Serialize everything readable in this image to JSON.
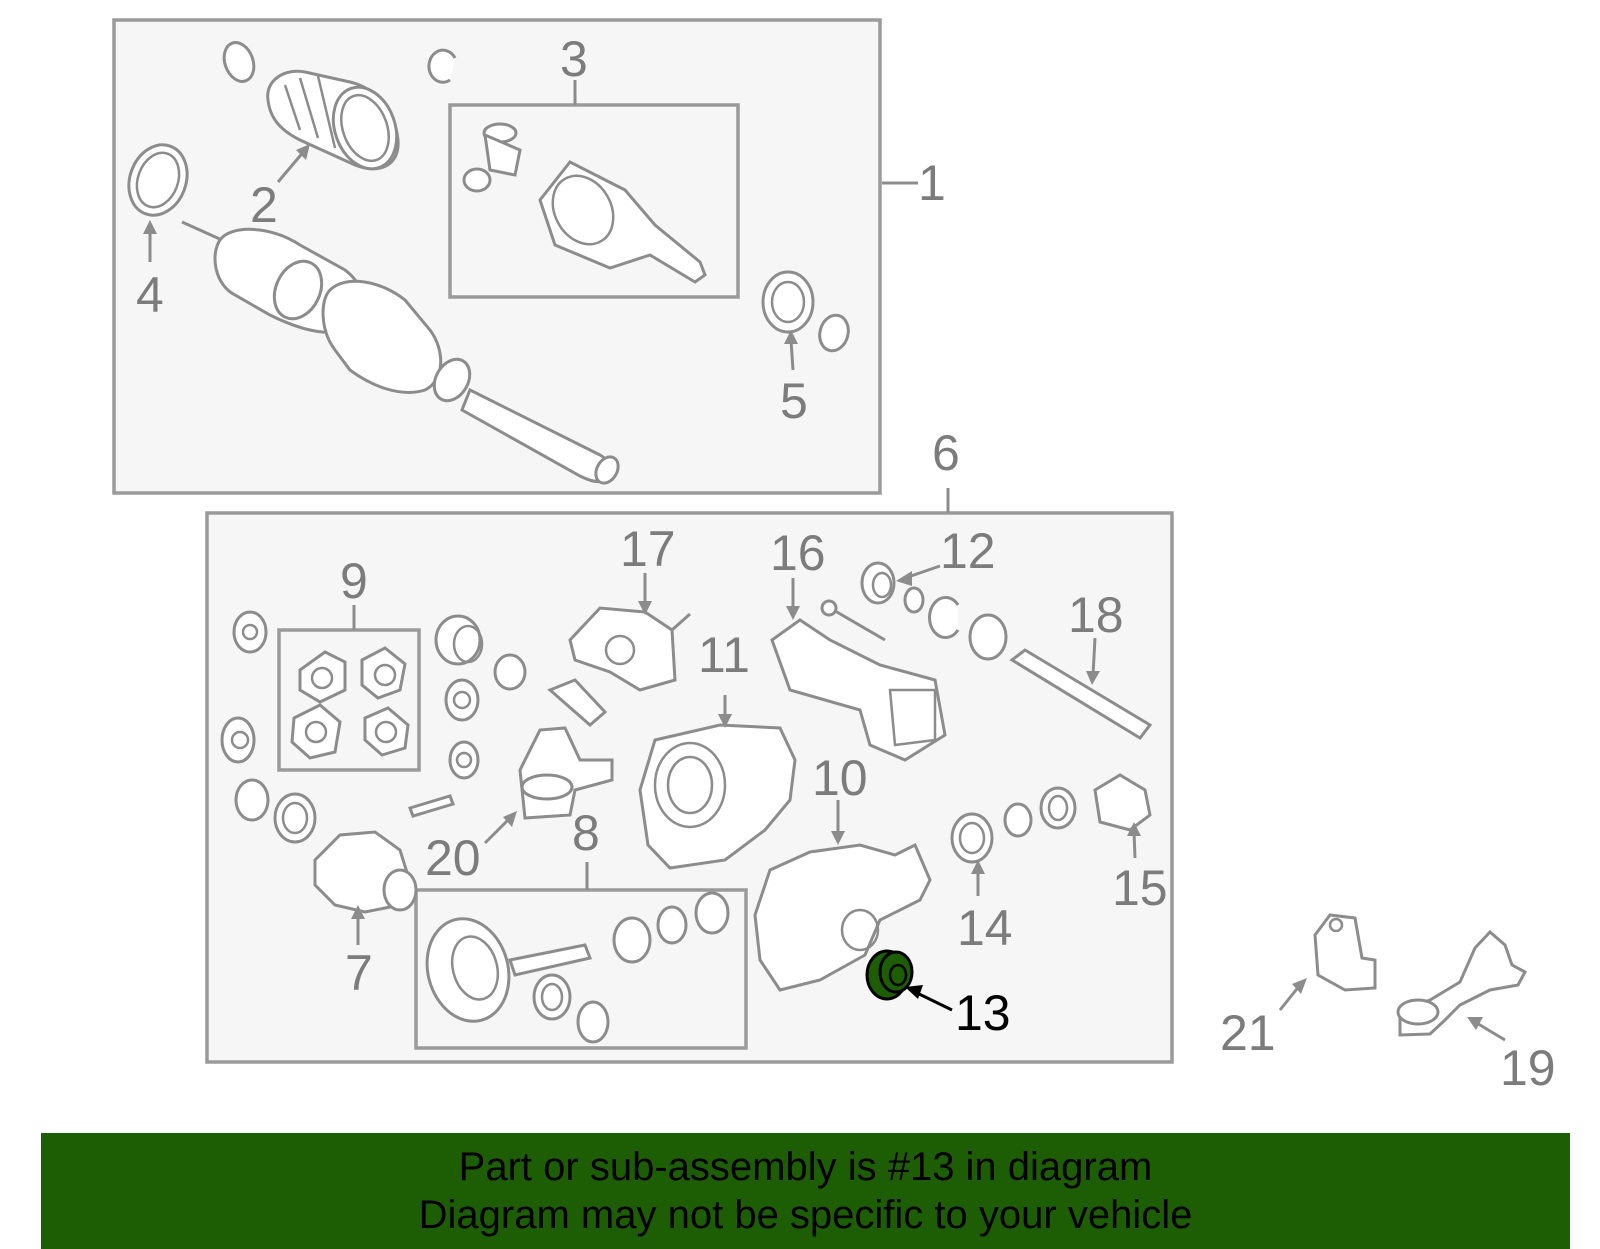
{
  "callouts": {
    "c1": "1",
    "c2": "2",
    "c3": "3",
    "c4": "4",
    "c5": "5",
    "c6": "6",
    "c7": "7",
    "c8": "8",
    "c9": "9",
    "c10": "10",
    "c11": "11",
    "c12": "12",
    "c13": "13",
    "c14": "14",
    "c15": "15",
    "c16": "16",
    "c17": "17",
    "c18": "18",
    "c19": "19",
    "c20": "20",
    "c21": "21"
  },
  "highlighted_part": "13",
  "banner": {
    "line1": "Part or sub-assembly is #13 in diagram",
    "line2": "Diagram may not be specific to your vehicle"
  },
  "colors": {
    "banner_bg": "#1d5e05",
    "highlight_part": "#1d5e05",
    "line_art": "#8c8c8c",
    "panel_bg": "#f6f6f6"
  }
}
